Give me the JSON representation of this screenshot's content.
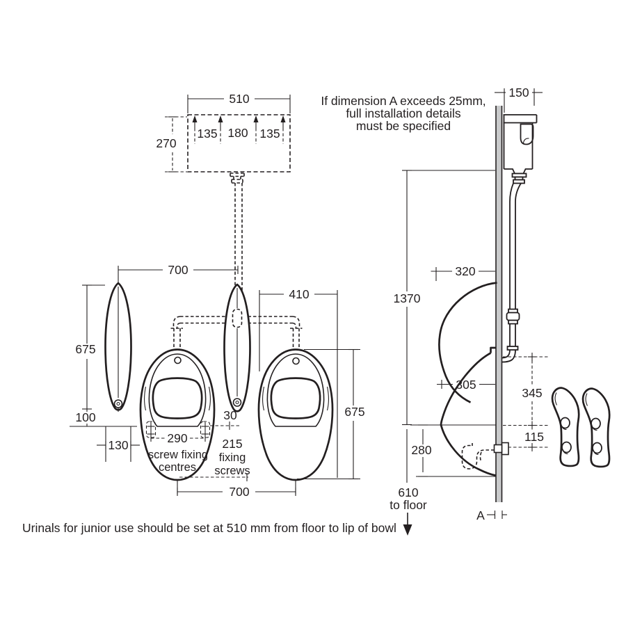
{
  "notes": {
    "top1": "If dimension A exceeds 25mm,",
    "top2": "full installation details",
    "top3": "must be specified",
    "bottom": "Urinals for junior use should be set at 510 mm from floor to lip of bowl"
  },
  "fv": {
    "cistern_width": "510",
    "cistern_height": "270",
    "spacing_left": "135",
    "spacing_mid": "180",
    "spacing_right": "135",
    "panel_centres": "700",
    "bowl_width": "410",
    "panel_height": "675",
    "bowl_height": "675",
    "panel_bottom_offset": "100",
    "panel_width": "130",
    "screw_centres": "290",
    "screw_centres_caption1": "screw fixing",
    "screw_centres_caption2": "centres",
    "offset_30": "30",
    "fixing_screws_dim": "215",
    "fixing_screws_caption1": "fixing",
    "fixing_screws_caption2": "screws",
    "bowl_centres": "700"
  },
  "sv": {
    "cistern_depth": "150",
    "height_1370": "1370",
    "panel_depth": "320",
    "bowl_depth": "305",
    "inlet_to_lip": "345",
    "lip_to_outlet": "115",
    "lip_to_bottom": "280",
    "lip_to_floor": "610",
    "lip_to_floor_suffix": "to floor",
    "wall_gap": "A"
  },
  "colors": {
    "line": "#231f20",
    "wall_fill": "#c9cacb",
    "background": "#ffffff"
  }
}
